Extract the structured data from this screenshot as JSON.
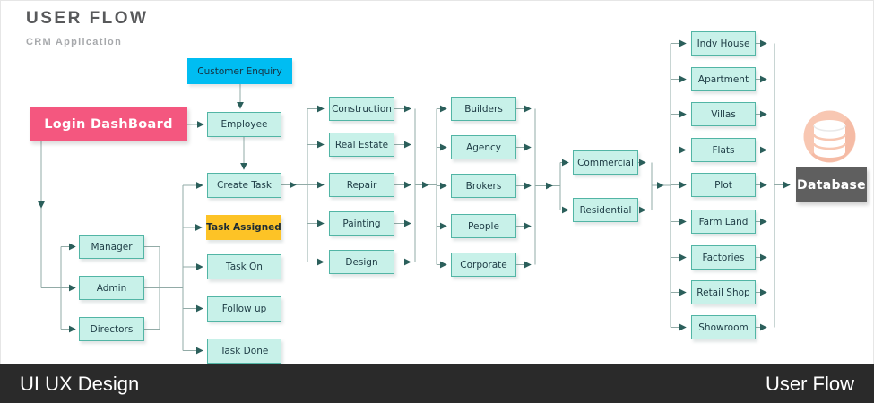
{
  "header": {
    "title": "USER FLOW",
    "subtitle": "CRM Application"
  },
  "footer": {
    "left": "UI UX Design",
    "right": "User Flow"
  },
  "icons": {
    "database_icon": "white database cylinder on peach circle"
  },
  "colors": {
    "cyan": "#00BDF2",
    "pink": "#F4577F",
    "yellow": "#FDC326",
    "node_fill": "#C8F1E9",
    "node_border": "#52B5A5",
    "database_gray": "#5F5F5F",
    "footer_bar": "#2A2A2A",
    "connector_line": "#92ABA7",
    "arrow_head": "#2B5F5B",
    "icon_circle": "#F8C7B2"
  },
  "nodes": {
    "customer_enquiry": {
      "label": "Customer Enquiry"
    },
    "login_dashboard": {
      "label": "Login DashBoard"
    },
    "employee": {
      "label": "Employee"
    },
    "create_task": {
      "label": "Create Task"
    },
    "task_assigned": {
      "label": "Task Assigned"
    },
    "task_on": {
      "label": "Task On"
    },
    "follow_up": {
      "label": "Follow up"
    },
    "task_done": {
      "label": "Task Done"
    },
    "manager": {
      "label": "Manager"
    },
    "admin": {
      "label": "Admin"
    },
    "directors": {
      "label": "Directors"
    },
    "construction": {
      "label": "Construction"
    },
    "real_estate": {
      "label": "Real Estate"
    },
    "repair": {
      "label": "Repair"
    },
    "painting": {
      "label": "Painting"
    },
    "design": {
      "label": "Design"
    },
    "builders": {
      "label": "Builders"
    },
    "agency": {
      "label": "Agency"
    },
    "brokers": {
      "label": "Brokers"
    },
    "people": {
      "label": "People"
    },
    "corporate": {
      "label": "Corporate"
    },
    "commercial": {
      "label": "Commercial"
    },
    "residential": {
      "label": "Residential"
    },
    "indv_house": {
      "label": "Indv House"
    },
    "apartment": {
      "label": "Apartment"
    },
    "villas": {
      "label": "Villas"
    },
    "flats": {
      "label": "Flats"
    },
    "plot": {
      "label": "Plot"
    },
    "farm_land": {
      "label": "Farm Land"
    },
    "factories": {
      "label": "Factories"
    },
    "retail_shop": {
      "label": "Retail Shop"
    },
    "showroom": {
      "label": "Showroom"
    },
    "database": {
      "label": "Database"
    }
  }
}
